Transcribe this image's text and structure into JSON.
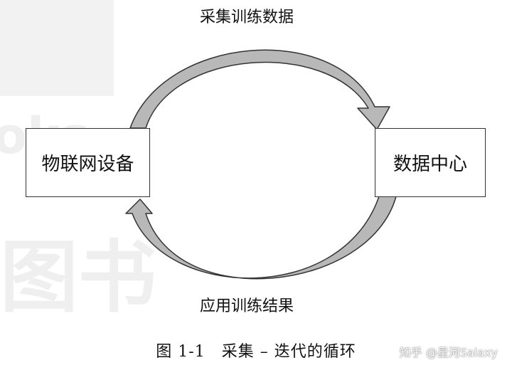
{
  "nodes": {
    "left": "物联网设备",
    "right": "数据中心"
  },
  "arrows": {
    "top": "采集训练数据",
    "bottom": "应用训练结果"
  },
  "caption": "图 1-1　采集 – 迭代的循环",
  "credit": "知乎 @星河Salaxy",
  "watermark": {
    "text1": "oks",
    "text2": "图书"
  },
  "colors": {
    "arrow_fill": "#b8b8b8",
    "arrow_stroke": "#333333",
    "box_border": "#333333"
  }
}
